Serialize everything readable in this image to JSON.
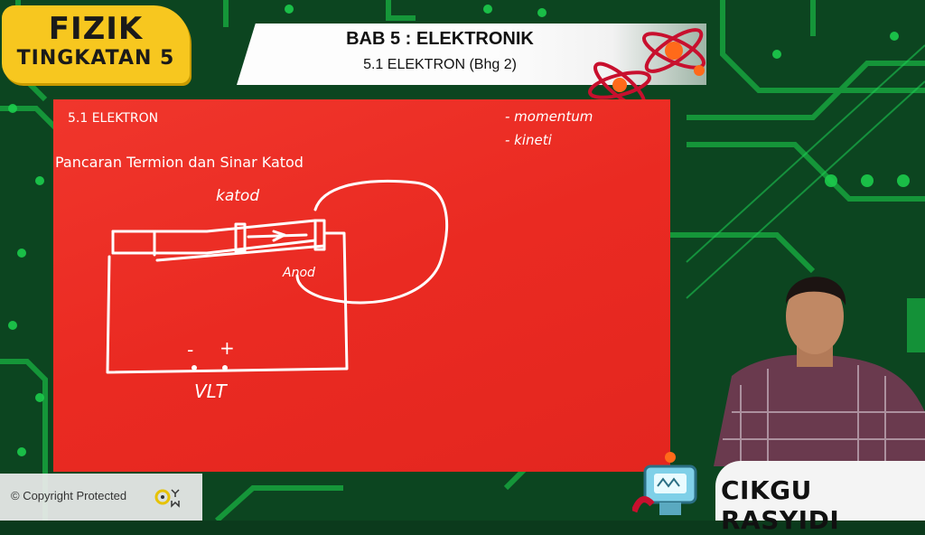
{
  "header": {
    "title_line1": "FIZIK",
    "title_line2": "TINGKATAN 5",
    "chapter_title": "BAB 5 : ELEKTRONIK",
    "chapter_subtitle": "5.1 ELEKTRON (Bhg 2)"
  },
  "slide": {
    "heading": "5.1 ELEKTRON",
    "subheading": "Pancaran Termion dan Sinar Katod",
    "notes": [
      "- momentum",
      "- kineti"
    ],
    "labels": {
      "cathode": "katod",
      "anode": "Anod",
      "minus": "-",
      "plus": "+",
      "voltage": "VLT"
    }
  },
  "presenter": {
    "name": "CIKGU RASYIDI"
  },
  "footer": {
    "copyright": "© Copyright Protected"
  },
  "colors": {
    "slide_red": "#ea2a22",
    "badge_yellow": "#f7c71f",
    "circuit_green": "#14a83c"
  },
  "icons": [
    "atom-icon",
    "robot-icon",
    "copyright-logo-icon"
  ]
}
